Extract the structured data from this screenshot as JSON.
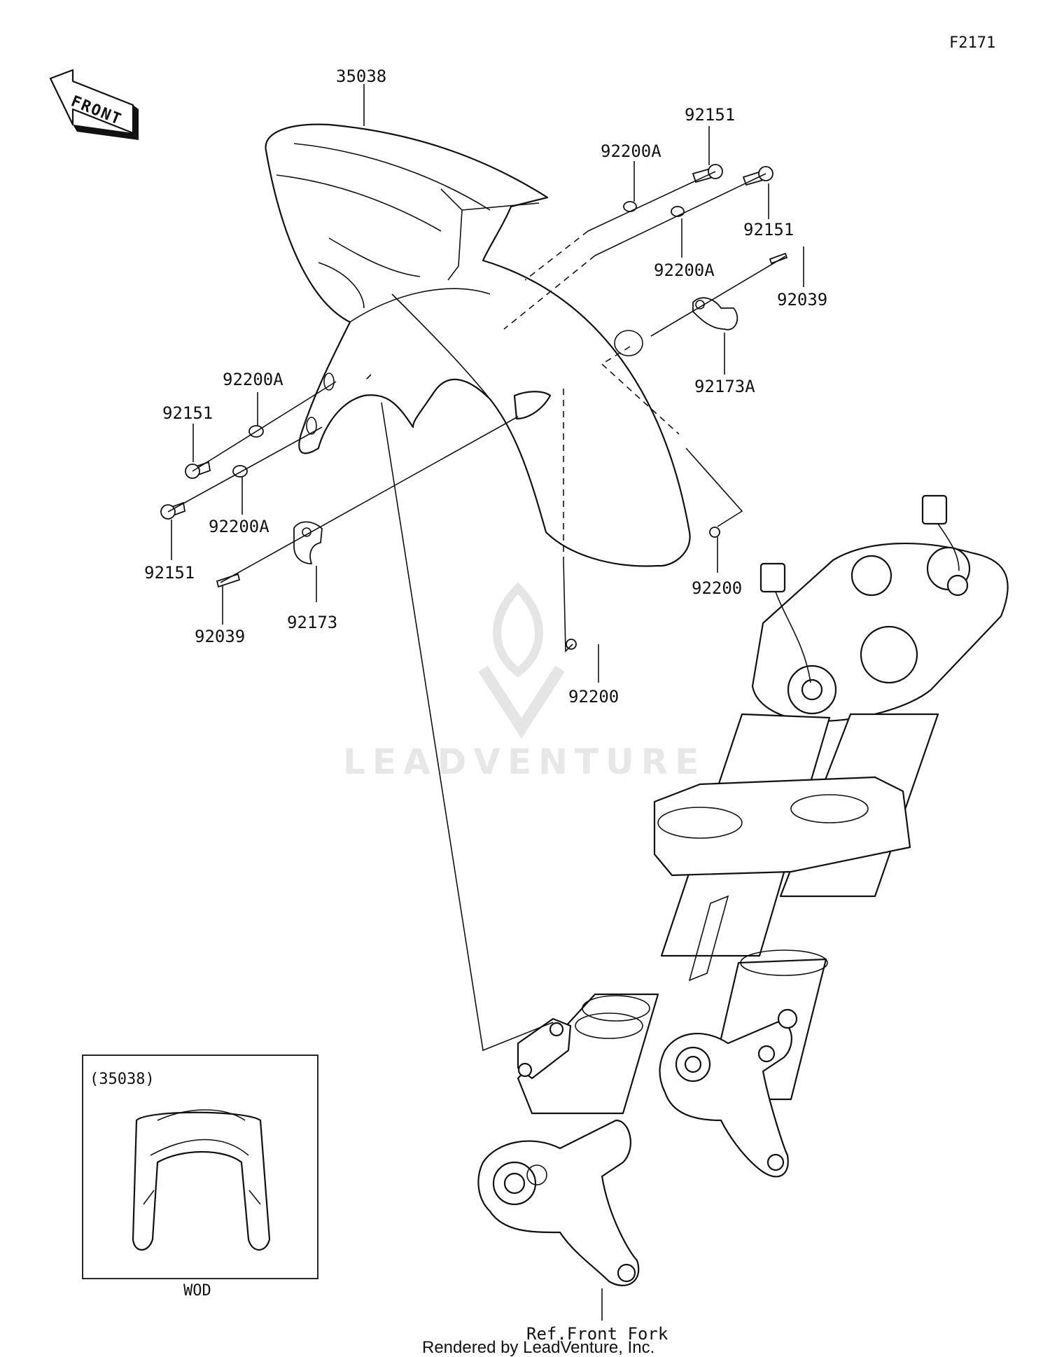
{
  "figure_code": "F2171",
  "front_indicator": "FRONT",
  "watermark": "LEADVENTURE",
  "credit": "Rendered by LeadVenture, Inc.",
  "inset": {
    "label": "(35038)",
    "caption": "WOD"
  },
  "reference": "Ref.Front Fork",
  "callouts": {
    "fender": "35038",
    "bolt_top_left": "92151",
    "washer_top_left": "92200A",
    "bolt_top_right": "92151",
    "washer_top_right": "92200A",
    "rivet_right": "92039",
    "clamp_right": "92173A",
    "washer_side_upper": "92200A",
    "bolt_side_upper": "92151",
    "washer_side_lower": "92200A",
    "bolt_side_lower": "92151",
    "rivet_left": "92039",
    "clamp_left": "92173",
    "nut_right": "92200",
    "nut_center": "92200"
  }
}
